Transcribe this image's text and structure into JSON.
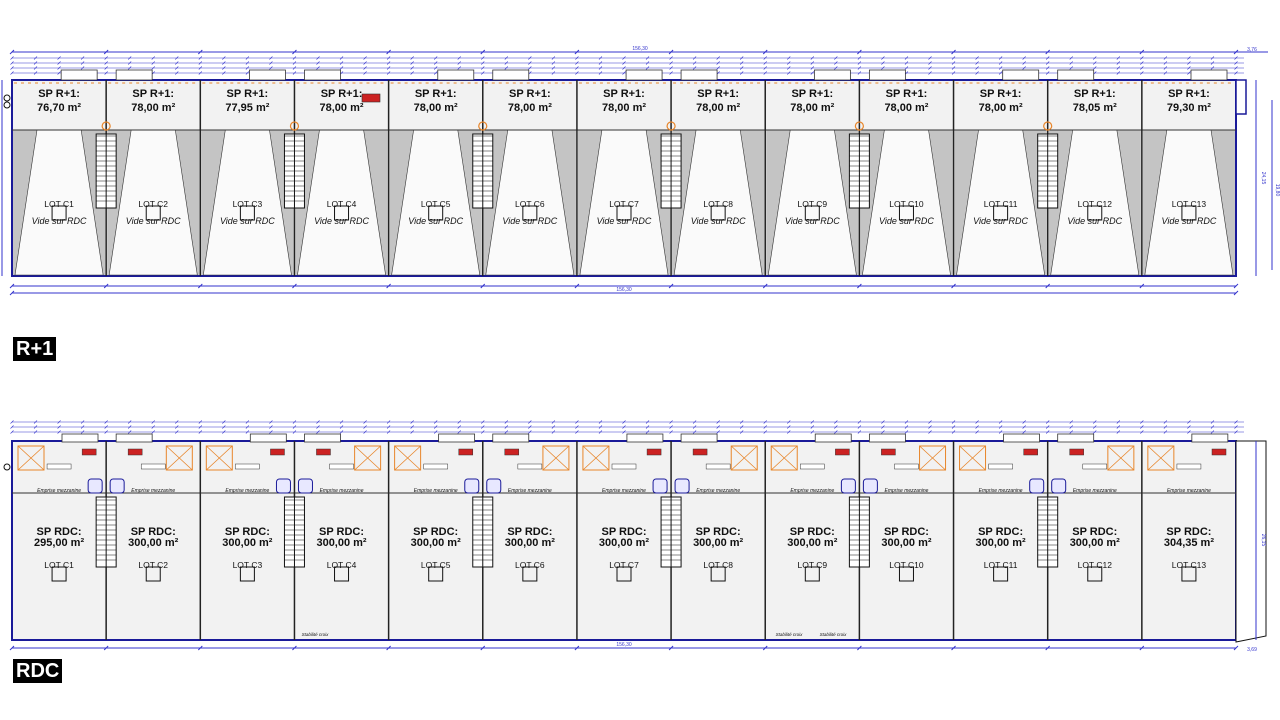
{
  "floors": {
    "r1": {
      "label": "R+1",
      "overall_dimension": "156,30",
      "right_dimension": "3,76",
      "right_side_dims": [
        "24,15",
        "19,80"
      ],
      "sp_prefix": "SP R+1:",
      "void_text": "Vide sur RDC",
      "lots": [
        {
          "lot": "LOT C1",
          "area": "76,70 m²"
        },
        {
          "lot": "LOT C2",
          "area": "78,00 m²"
        },
        {
          "lot": "LOT C3",
          "area": "77,95 m²"
        },
        {
          "lot": "LOT C4",
          "area": "78,00 m²"
        },
        {
          "lot": "LOT C5",
          "area": "78,00 m²"
        },
        {
          "lot": "LOT C6",
          "area": "78,00 m²"
        },
        {
          "lot": "LOT C7",
          "area": "78,00 m²"
        },
        {
          "lot": "LOT C8",
          "area": "78,00 m²"
        },
        {
          "lot": "LOT C9",
          "area": "78,00 m²"
        },
        {
          "lot": "LOT C10",
          "area": "78,00 m²"
        },
        {
          "lot": "LOT C11",
          "area": "78,00 m²"
        },
        {
          "lot": "LOT C12",
          "area": "78,05 m²"
        },
        {
          "lot": "LOT C13",
          "area": "79,30 m²"
        }
      ]
    },
    "rdc": {
      "label": "RDC",
      "overall_dimension": "156,30",
      "right_dimension": "3,69",
      "right_side_dim": "26,15",
      "sp_prefix": "SP RDC:",
      "mezzanine_text": "Emprise mezzanine",
      "bracing_text": "Stabilité croix",
      "lots": [
        {
          "lot": "LOT C1",
          "area": "295,00 m²"
        },
        {
          "lot": "LOT C2",
          "area": "300,00 m²"
        },
        {
          "lot": "LOT C3",
          "area": "300,00 m²"
        },
        {
          "lot": "LOT C4",
          "area": "300,00 m²"
        },
        {
          "lot": "LOT C5",
          "area": "300,00 m²"
        },
        {
          "lot": "LOT C6",
          "area": "300,00 m²"
        },
        {
          "lot": "LOT C7",
          "area": "300,00 m²"
        },
        {
          "lot": "LOT C8",
          "area": "300,00 m²"
        },
        {
          "lot": "LOT C9",
          "area": "300,00 m²"
        },
        {
          "lot": "LOT C10",
          "area": "300,00 m²"
        },
        {
          "lot": "LOT C11",
          "area": "300,00 m²"
        },
        {
          "lot": "LOT C12",
          "area": "300,00 m²"
        },
        {
          "lot": "LOT C13",
          "area": "304,35 m²"
        }
      ]
    }
  },
  "colors": {
    "dimension": "#3333cc",
    "wall": "#1a1a99",
    "unit_fill": "#f2f2f2",
    "void_fill": "#c4c4c4",
    "door": "#e8862b",
    "accent_red": "#cc2222"
  }
}
